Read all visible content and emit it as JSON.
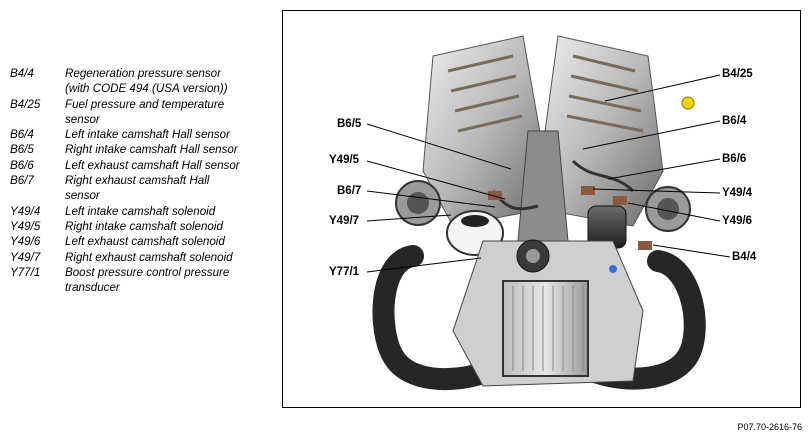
{
  "legend": [
    {
      "code": "B4/4",
      "desc": [
        "Regeneration pressure sensor",
        "(with CODE 494 (USA version))"
      ]
    },
    {
      "code": "B4/25",
      "desc": [
        "Fuel pressure and temperature",
        "sensor"
      ]
    },
    {
      "code": "B6/4",
      "desc": [
        "Left intake camshaft Hall sensor"
      ]
    },
    {
      "code": "B6/5",
      "desc": [
        "Right intake camshaft Hall sensor"
      ]
    },
    {
      "code": "B6/6",
      "desc": [
        "Left exhaust camshaft Hall sensor"
      ]
    },
    {
      "code": "B6/7",
      "desc": [
        "Right exhaust camshaft Hall",
        "sensor"
      ]
    },
    {
      "code": "Y49/4",
      "desc": [
        "Left intake camshaft solenoid"
      ]
    },
    {
      "code": "Y49/5",
      "desc": [
        "Right intake camshaft solenoid"
      ]
    },
    {
      "code": "Y49/6",
      "desc": [
        "Left exhaust camshaft solenoid"
      ]
    },
    {
      "code": "Y49/7",
      "desc": [
        "Right exhaust camshaft solenoid"
      ]
    },
    {
      "code": "Y77/1",
      "desc": [
        "Boost pressure control pressure",
        "transducer"
      ]
    }
  ],
  "callouts": {
    "b4_25": "B4/25",
    "b6_5": "B6/5",
    "b6_4": "B6/4",
    "y49_5": "Y49/5",
    "b6_6": "B6/6",
    "b6_7": "B6/7",
    "y49_4": "Y49/4",
    "y49_7": "Y49/7",
    "y49_6": "Y49/6",
    "b4_4": "B4/4",
    "y77_1": "Y77/1"
  },
  "figure_id": "P07.70-2616-76",
  "colors": {
    "metal_light": "#d9d9d9",
    "metal_mid": "#a8a8a8",
    "metal_dark": "#4a4a4a",
    "pipe": "#2b2b2b",
    "connector_yellow": "#f2d400",
    "connector_blue": "#3a6fd8",
    "sensor_brown": "#8a5a3c"
  }
}
